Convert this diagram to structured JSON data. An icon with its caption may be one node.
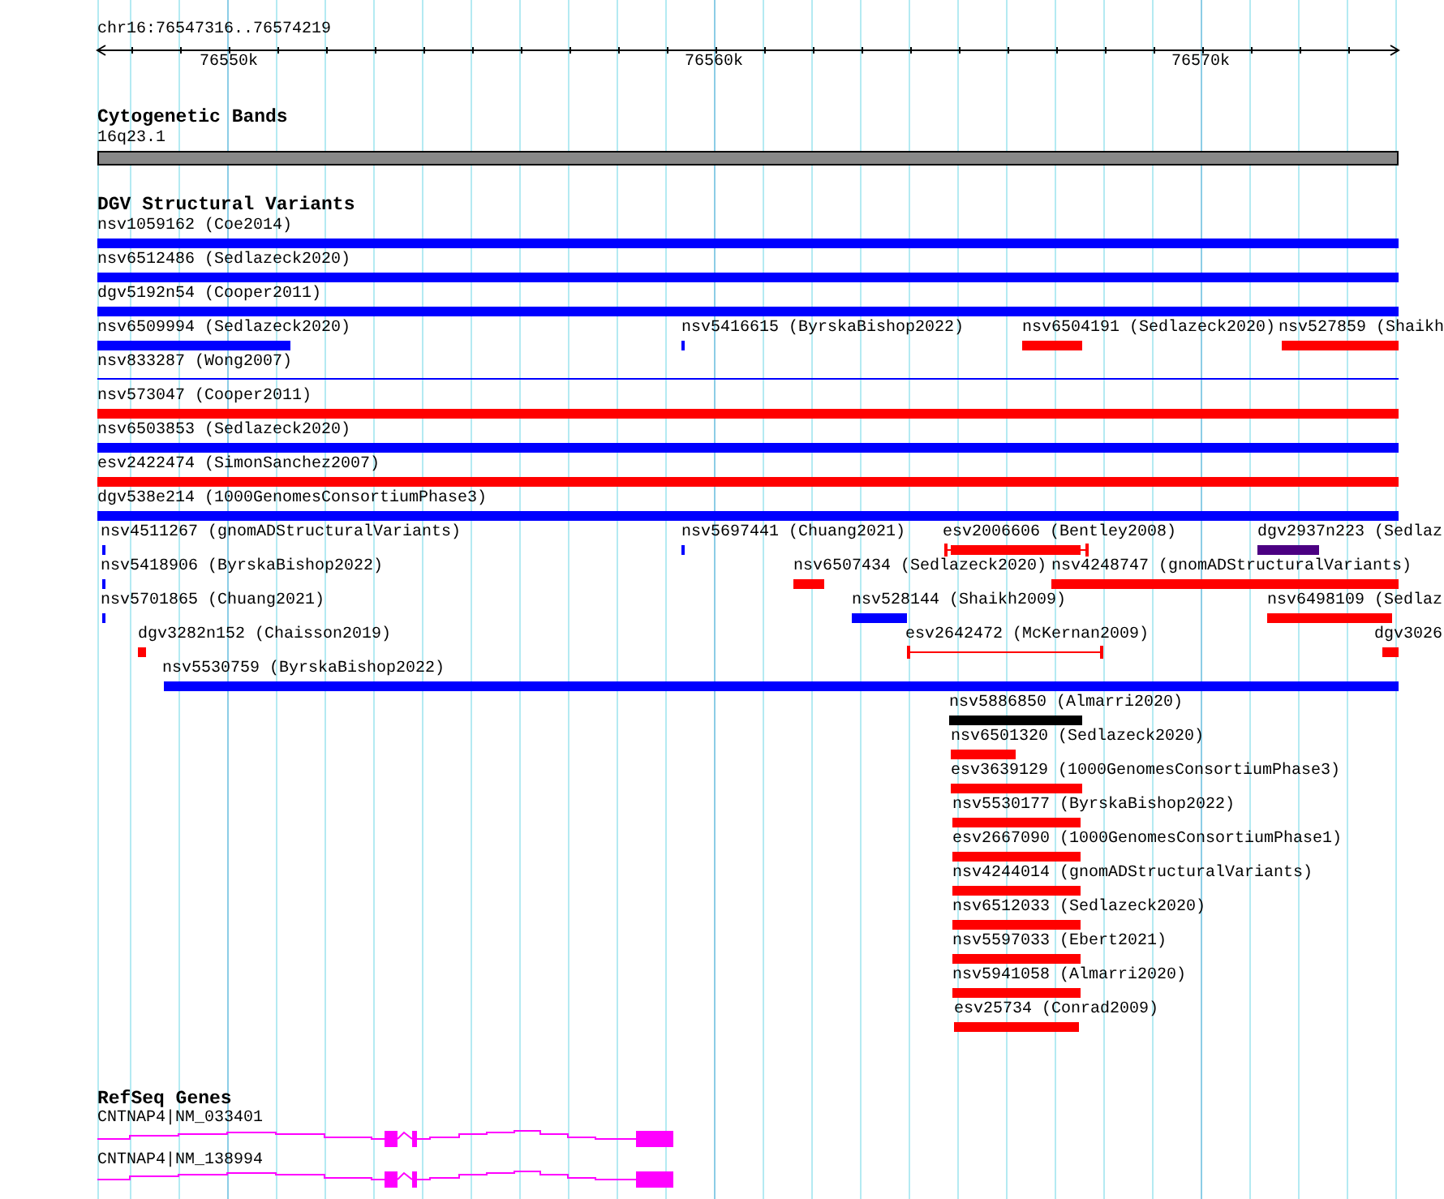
{
  "diagram": {
    "nodes": [
      {
        "text": [
          "16q23.1"
        ]
      },
      {
        "text": [
          "nsv1059162 (Coe2014)"
        ]
      },
      {
        "text": [
          "nsv6512486 (Sedlazeck2020)"
        ]
      },
      {
        "text": [
          "dgv5192n54 (Cooper2011)"
        ]
      },
      {
        "text": [
          "nsv6509994 (Sedlazeck2020)"
        ]
      },
      {
        "text": [
          "nsv5416615 (ByrskaBishop2022)"
        ]
      },
      {
        "text": [
          "nsv6504191 (Sedlazeck2020)"
        ]
      },
      {
        "text": [
          "nsv527859 (Shaikh"
        ]
      },
      {
        "text": [
          "nsv833287 (Wong2007)"
        ]
      },
      {
        "text": [
          "nsv573047 (Cooper2011)"
        ]
      },
      {
        "text": [
          "nsv6503853 (Sedlazeck2020)"
        ]
      },
      {
        "text": [
          "esv2422474 (SimonSanchez2007)"
        ]
      },
      {
        "text": [
          "dgv538e214 (1000GenomesConsortiumPhase3)"
        ]
      },
      {
        "text": [
          "nsv4511267 (gnomADStructuralVariants)"
        ]
      },
      {
        "text": [
          "nsv5697441 (Chuang2021)"
        ]
      },
      {
        "text": [
          "esv2006606 (Bentley2008)"
        ]
      },
      {
        "text": [
          "dgv2937n223 (Sedlaz"
        ]
      },
      {
        "text": [
          "nsv5418906 (ByrskaBishop2022)"
        ]
      },
      {
        "text": [
          "nsv6507434 (Sedlazeck2020)"
        ]
      },
      {
        "text": [
          "nsv4248747 (gnomADStructuralVariants)"
        ]
      },
      {
        "text": [
          "nsv5701865 (Chuang2021)"
        ]
      },
      {
        "text": [
          "nsv528144 (Shaikh2009)"
        ]
      },
      {
        "text": [
          "nsv6498109 (Sedlaz"
        ]
      },
      {
        "text": [
          "dgv3282n152 (Chaisson2019)"
        ]
      },
      {
        "text": [
          "esv2642472 (McKernan2009)"
        ]
      },
      {
        "text": [
          "dgv3026"
        ]
      },
      {
        "text": [
          "nsv5530759 (ByrskaBishop2022)"
        ]
      },
      {
        "text": [
          "nsv5886850 (Almarri2020)"
        ]
      },
      {
        "text": [
          "nsv6501320 (Sedlazeck2020)"
        ]
      },
      {
        "text": [
          "esv3639129 (1000GenomesConsortiumPhase3)"
        ]
      },
      {
        "text": [
          "nsv5530177 (ByrskaBishop2022)"
        ]
      },
      {
        "text": [
          "esv2667090 (1000GenomesConsortiumPhase1)"
        ]
      },
      {
        "text": [
          "nsv4244014 (gnomADStructuralVariants)"
        ]
      },
      {
        "text": [
          "nsv6512033 (Sedlazeck2020)"
        ]
      },
      {
        "text": [
          "nsv5597033 (Ebert2021)"
        ]
      },
      {
        "text": [
          "nsv5941058 (Almarri2020)"
        ]
      },
      {
        "text": [
          "esv25734 (Conrad2009)"
        ]
      },
      {
        "text": [
          "CNTNAP4|NM_033401"
        ]
      },
      {
        "text": [
          "CNTNAP4|NM_138994"
        ]
      }
    ],
    "labels": [
      "chr16:76547316..76574219",
      "76550k",
      "76560k",
      "76570k",
      "Cytogenetic Bands",
      "DGV Structural Variants",
      "RefSeq Genes"
    ]
  }
}
